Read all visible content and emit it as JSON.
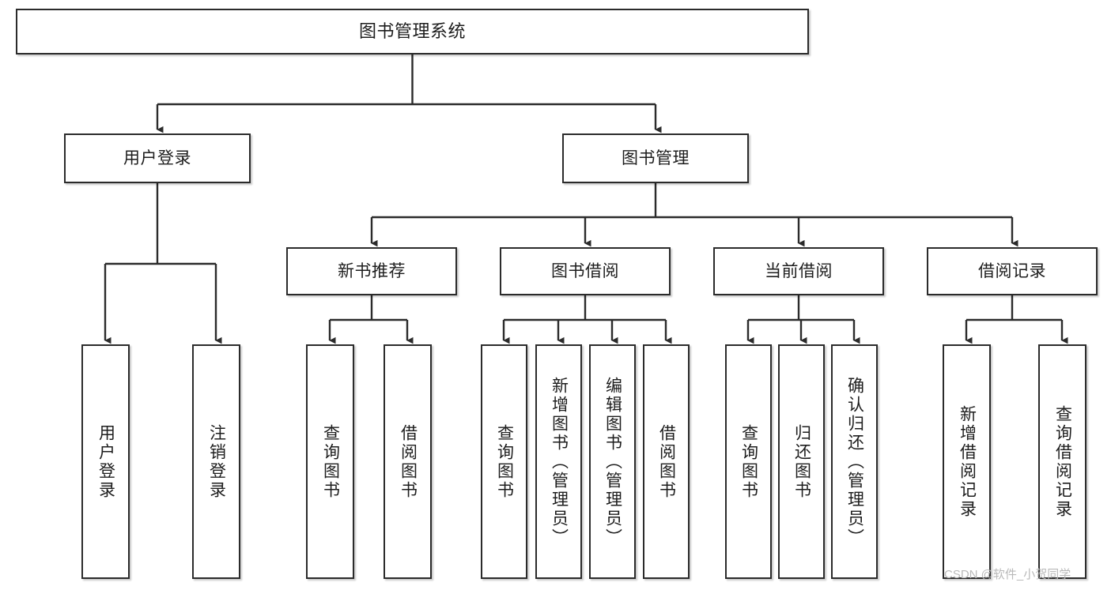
{
  "diagram": {
    "type": "tree-hierarchy",
    "title": "图书管理系统",
    "watermark": "CSDN @软件_小贺同学",
    "colors": {
      "box_border": "#2b2b2b",
      "box_fill": "#ffffff",
      "connector": "#2b2b2b",
      "text": "#1d1d1d",
      "watermark": "#b9b9b9"
    },
    "nodes": {
      "root": {
        "label": "图书管理系统"
      },
      "level2": [
        {
          "label": "用户登录"
        },
        {
          "label": "图书管理"
        }
      ],
      "level3": [
        {
          "label": "新书推荐"
        },
        {
          "label": "图书借阅"
        },
        {
          "label": "当前借阅"
        },
        {
          "label": "借阅记录"
        }
      ],
      "leaves": {
        "user_login": [
          {
            "label": "用户登录"
          },
          {
            "label": "注销登录"
          }
        ],
        "new_book": [
          {
            "label": "查询图书"
          },
          {
            "label": "借阅图书"
          }
        ],
        "book_borrow": [
          {
            "label": "查询图书"
          },
          {
            "label": "新增图书（管理员）"
          },
          {
            "label": "编辑图书（管理员）"
          },
          {
            "label": "借阅图书"
          }
        ],
        "current_borrow": [
          {
            "label": "查询图书"
          },
          {
            "label": "归还图书"
          },
          {
            "label": "确认归还（管理员）"
          }
        ],
        "borrow_record": [
          {
            "label": "新增借阅记录"
          },
          {
            "label": "查询借阅记录"
          }
        ]
      }
    }
  }
}
